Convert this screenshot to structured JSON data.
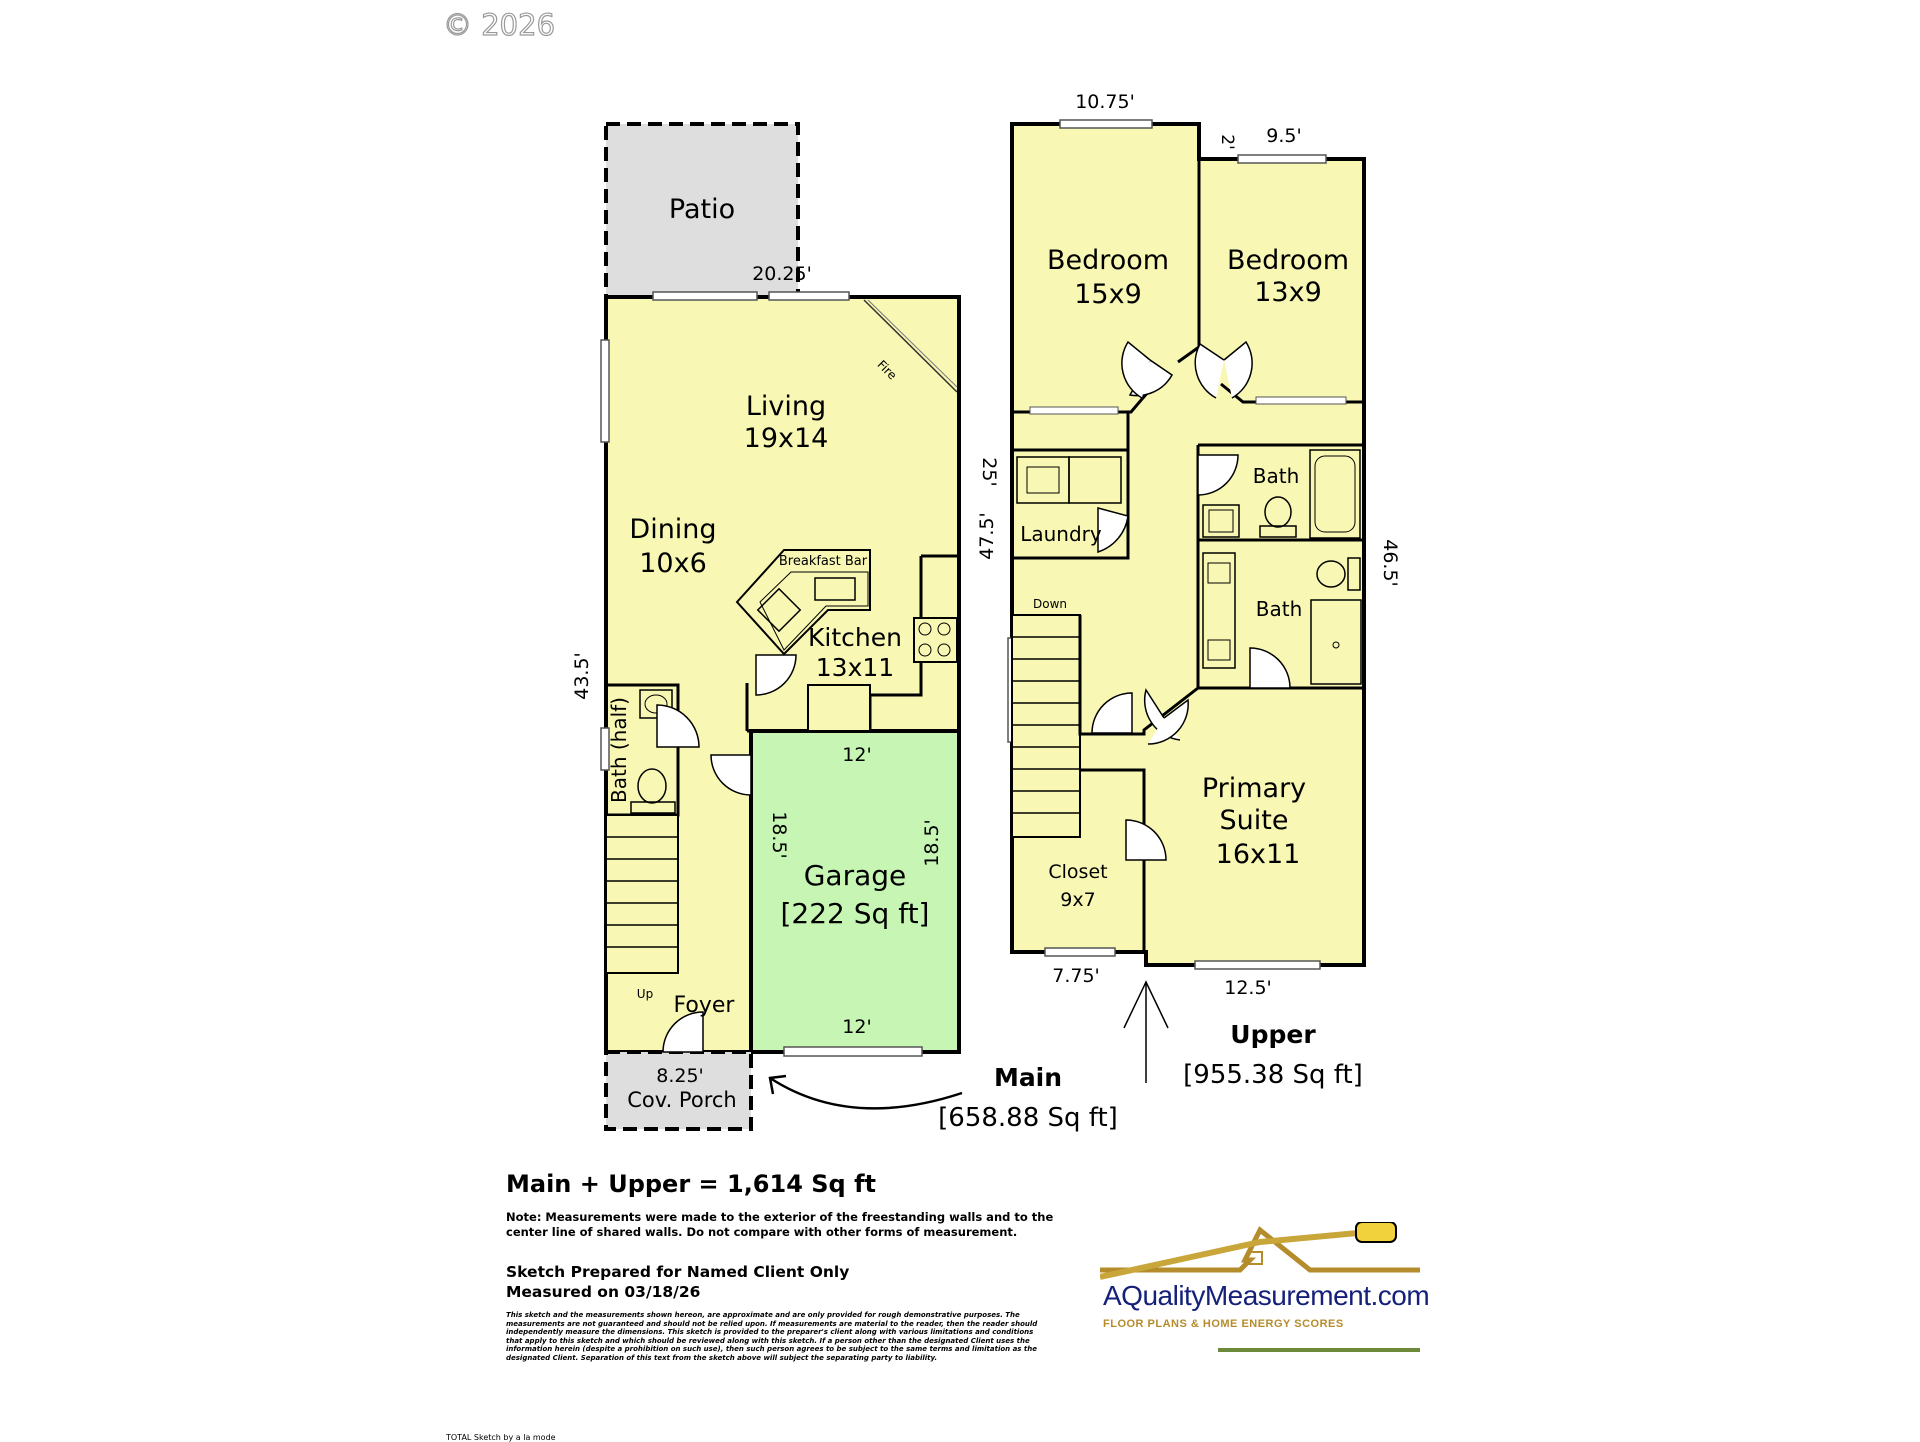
{
  "copyright": "© 2026",
  "rooms": {
    "patio": "Patio",
    "living": "Living",
    "living_size": "19x14",
    "dining": "Dining",
    "dining_size": "10x6",
    "breakfast_bar": "Breakfast Bar",
    "fire": "Fire",
    "kitchen": "Kitchen",
    "kitchen_size": "13x11",
    "bath_half": "Bath (half)",
    "up": "Up",
    "foyer": "Foyer",
    "porch": "Cov. Porch",
    "garage": "Garage",
    "garage_area": "[222 Sq ft]",
    "bedroom1": "Bedroom",
    "bedroom1_size": "15x9",
    "bedroom2": "Bedroom",
    "bedroom2_size": "13x9",
    "bath_upper_1": "Bath",
    "bath_upper_2": "Bath",
    "laundry": "Laundry",
    "down": "Down",
    "primary_l1": "Primary",
    "primary_l2": "Suite",
    "primary_size": "16x11",
    "closet": "Closet",
    "closet_size": "9x7"
  },
  "dimensions": {
    "main_top": "20.25'",
    "main_right": "25'",
    "main_left": "43.5'",
    "porch": "8.25'",
    "garage_top": "12'",
    "garage_bottom": "12'",
    "garage_left": "18.5'",
    "garage_right": "18.5'",
    "upper_top_left": "10.75'",
    "upper_step": "2'",
    "upper_top_right": "9.5'",
    "upper_left": "47.5'",
    "upper_right": "46.5'",
    "upper_bottom_left": "7.75'",
    "upper_bottom_right": "12.5'"
  },
  "levels": {
    "main_name": "Main",
    "main_area": "[658.88 Sq ft]",
    "upper_name": "Upper",
    "upper_area": "[955.38 Sq ft]"
  },
  "totals": "Main + Upper = 1,614 Sq ft",
  "note": "Note: Measurements were made to the exterior of the freestanding walls and to the center line of shared walls. Do not compare with other forms of measurement.",
  "prepared": "Sketch Prepared for Named Client Only",
  "measured": "Measured on 03/18/26",
  "disclaimer": "This sketch and the measurements shown hereon, are approximate and are only provided for rough demonstrative purposes. The measurements are not guaranteed and should not be relied upon. If measurements are material to the reader, then the reader should independently measure the dimensions. This sketch is provided to the preparer's client along with various limitations and conditions that apply to this sketch and which should be reviewed along with this sketch. If a person other than the designated Client uses the information herein (despite a prohibition on such use), then such person agrees to be subject to the same terms and limitation as the designated Client. Separation of this text from the sketch above will subject the separating party to liability.",
  "logo": {
    "name": "AQualityMeasurement.com",
    "tagline": "FLOOR PLANS & HOME ENERGY SCORES"
  },
  "credit": "TOTAL Sketch by a la mode",
  "colors": {
    "room_fill": "#f8f8b4",
    "garage_fill": "#c6f5b4",
    "patio_fill": "#dedede",
    "wall": "#000000"
  }
}
